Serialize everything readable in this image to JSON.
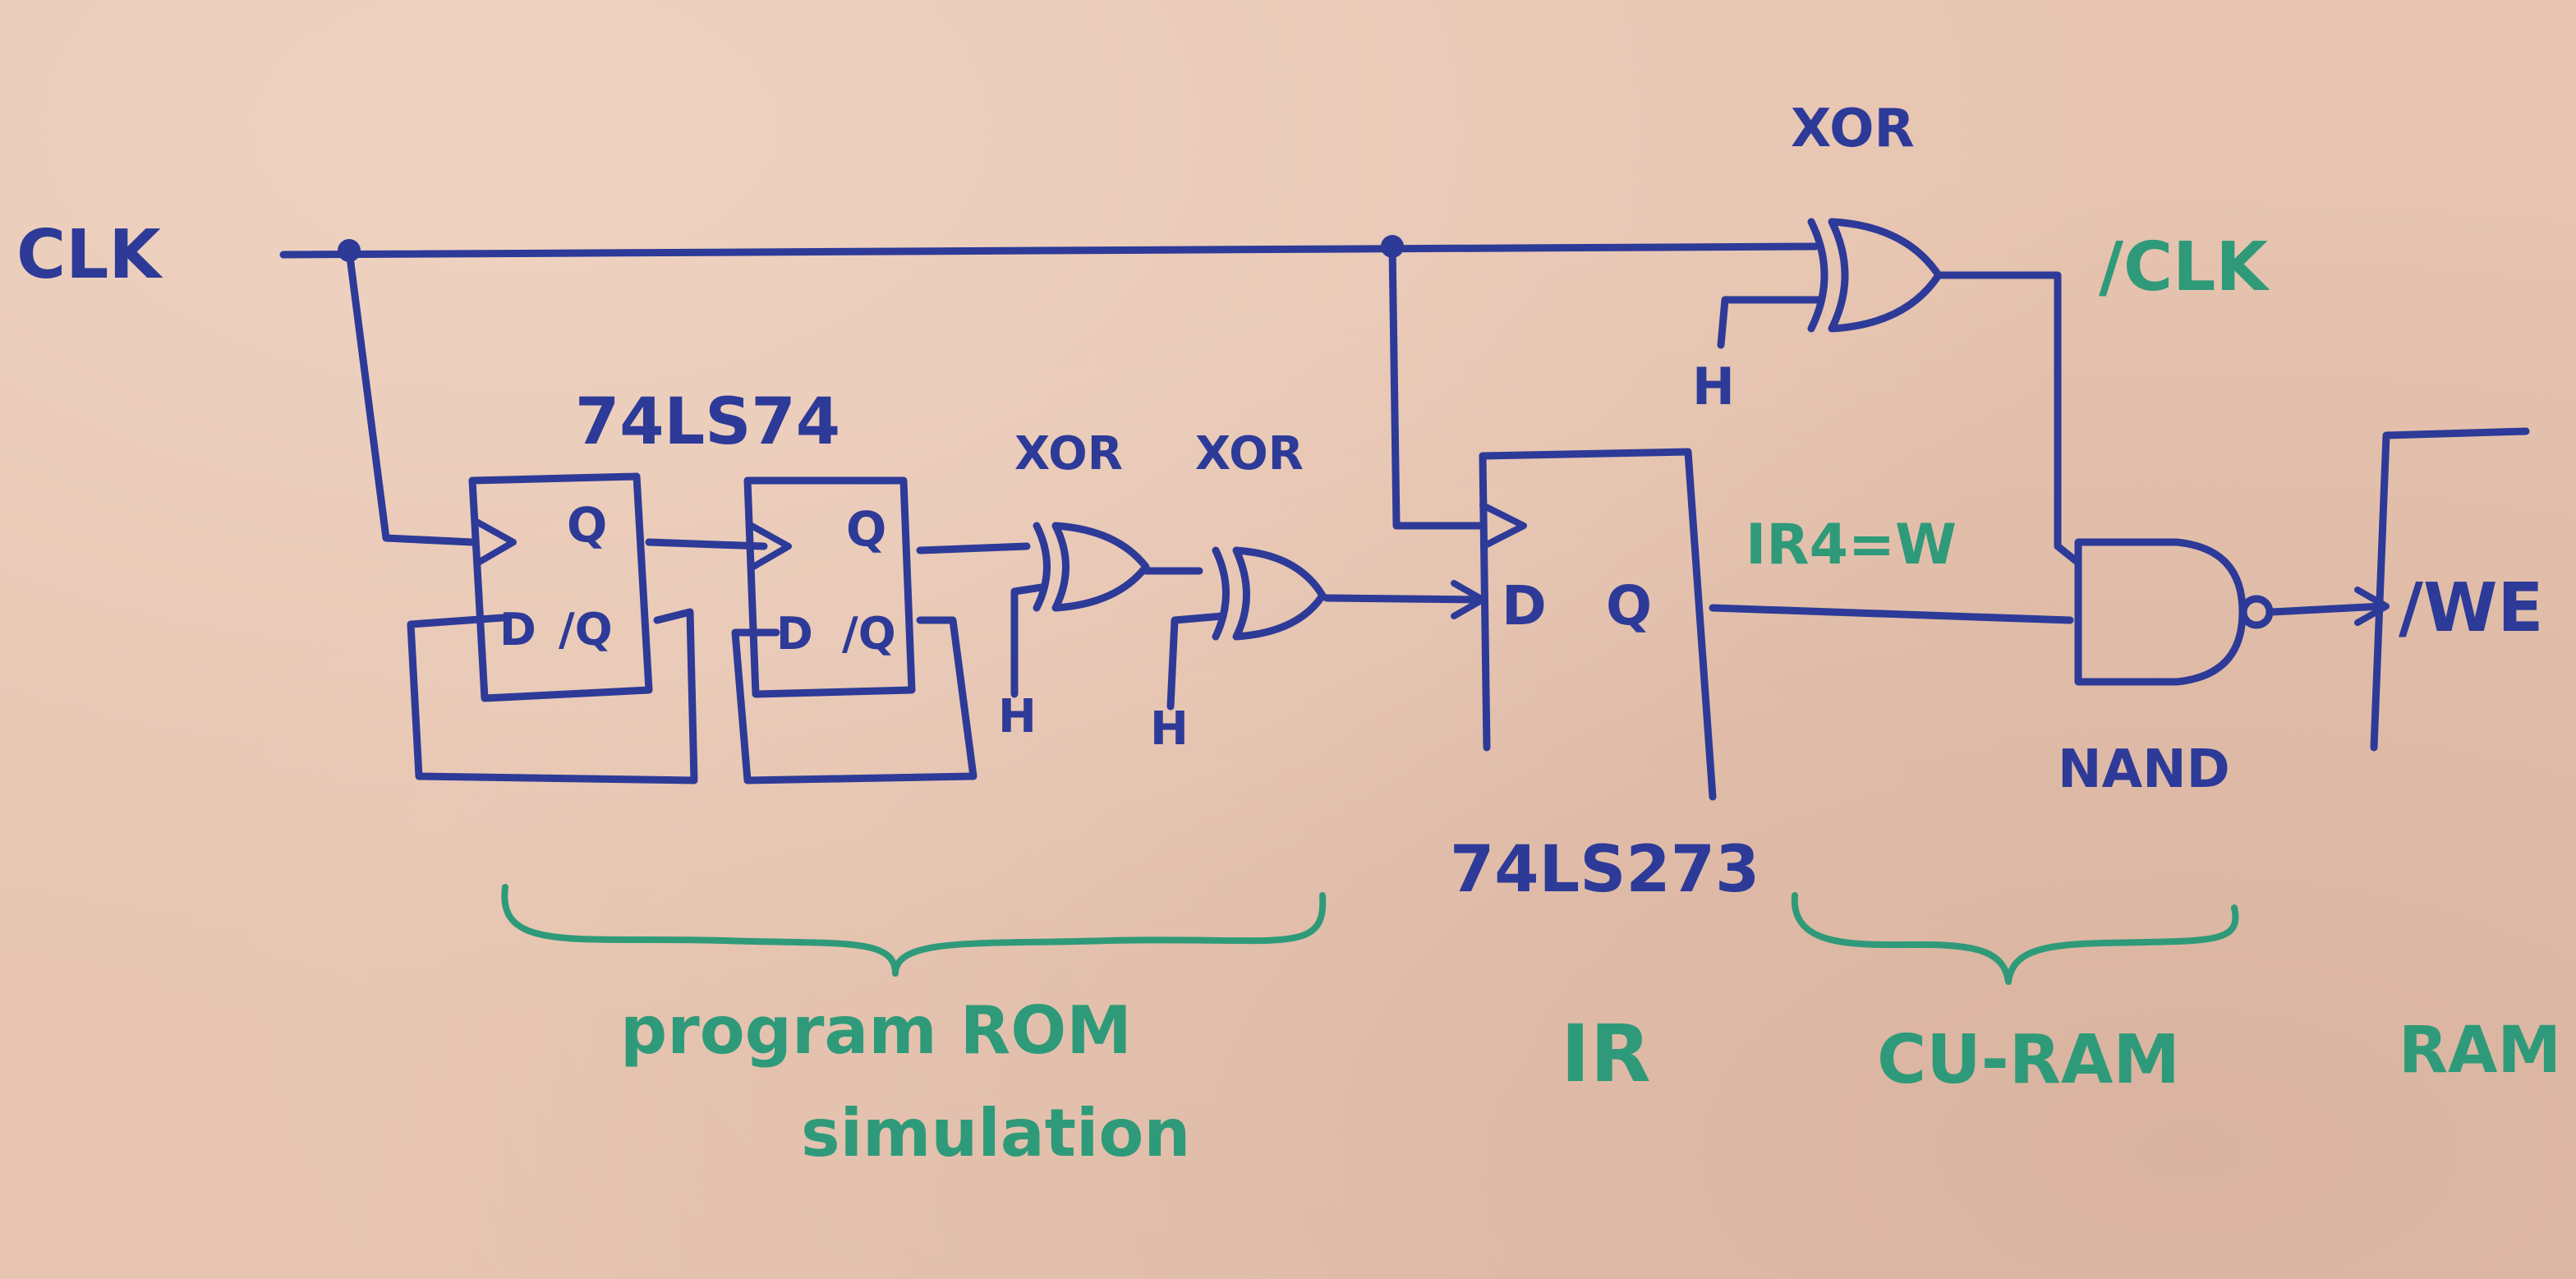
{
  "signals": {
    "clk": "CLK",
    "nclk": "/CLK",
    "ir4": "IR4=W",
    "we": "/WE"
  },
  "gates": {
    "xor_top": "XOR",
    "xor_1": "XOR",
    "xor_2": "XOR",
    "nand": "NAND"
  },
  "constants": {
    "h_top": "H",
    "h_1": "H",
    "h_2": "H"
  },
  "chips": {
    "flipflop_part": "74LS74",
    "ir_part": "74LS273"
  },
  "flipflop_pins": {
    "ff1_q": "Q",
    "ff1_nq": "/Q",
    "ff1_d": "D",
    "ff2_q": "Q",
    "ff2_nq": "/Q",
    "ff2_d": "D"
  },
  "ir_pins": {
    "d": "D",
    "q": "Q"
  },
  "sections": {
    "rom_line1": "program ROM",
    "rom_line2": "simulation",
    "ir": "IR",
    "cu_ram": "CU-RAM",
    "ram": "RAM"
  },
  "colors": {
    "ink_blue": "#2d3a98",
    "ink_green": "#2f9a79",
    "board": "#e6c4b0"
  }
}
